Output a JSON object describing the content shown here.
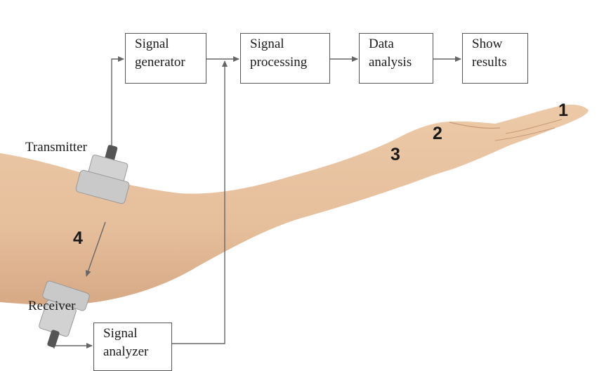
{
  "boxes": {
    "signal_generator": [
      "Signal",
      "generator"
    ],
    "signal_processing": [
      "Signal",
      "processing"
    ],
    "data_analysis": [
      "Data",
      "analysis"
    ],
    "show_results": [
      "Show",
      "results"
    ],
    "signal_analyzer": [
      "Signal",
      "analyzer"
    ]
  },
  "labels": {
    "transmitter": "Transmitter",
    "receiver": "Receiver"
  },
  "numbers": {
    "n1": "1",
    "n2": "2",
    "n3": "3",
    "n4": "4"
  },
  "colors": {
    "skin": "#e8c4a3",
    "skin_shade": "#d9ad88",
    "line": "#666666",
    "transducer": "#cfcfcf"
  }
}
